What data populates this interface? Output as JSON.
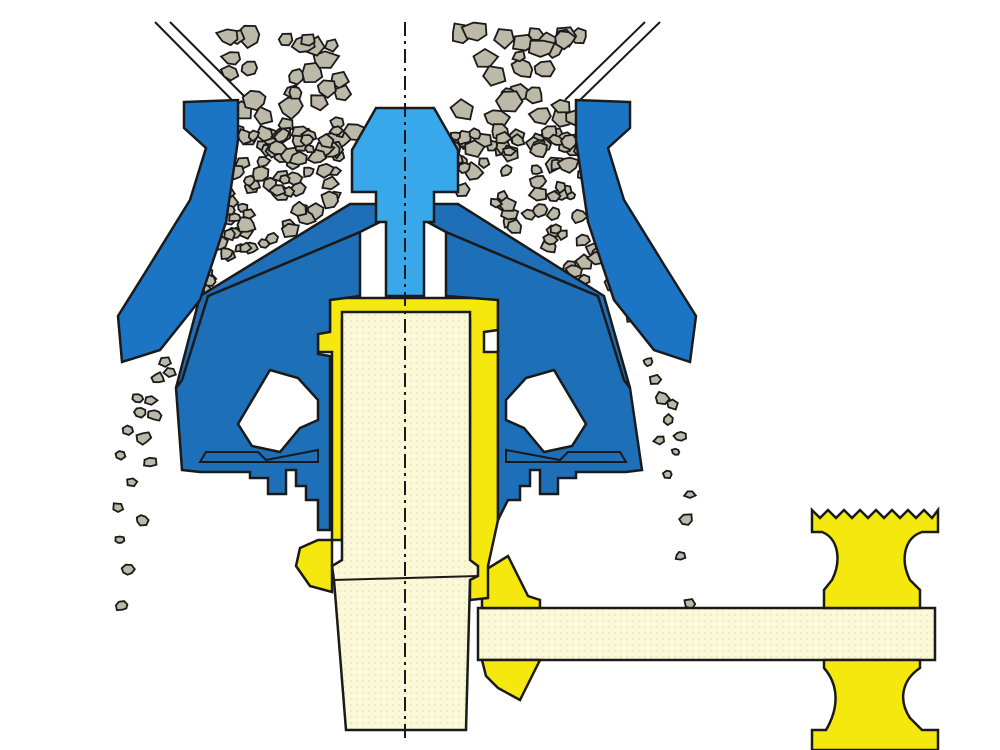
{
  "diagram": {
    "colors": {
      "background": "#ffffff",
      "outline": "#1a1a1a",
      "outer_bowl_blue": "#1c74c4",
      "mantle_blue": "#2e98e0",
      "mantle_dark_blue": "#1d6fb8",
      "head_light_blue": "#39a8ea",
      "eccentric_yellow": "#f4e80f",
      "shaft_cream": "#fbf8d8",
      "stone_grey": "#bcb9a8",
      "centerline": "#1a1a1a"
    },
    "components": [
      {
        "id": "feed-hopper-left",
        "icon": "hopper-wall"
      },
      {
        "id": "feed-hopper-right",
        "icon": "hopper-wall"
      },
      {
        "id": "bowl-liner-left",
        "icon": "concave-liner"
      },
      {
        "id": "bowl-liner-right",
        "icon": "concave-liner"
      },
      {
        "id": "mantle-head",
        "icon": "crushing-head"
      },
      {
        "id": "main-frame",
        "icon": "frame"
      },
      {
        "id": "eccentric-bushing",
        "icon": "eccentric"
      },
      {
        "id": "main-shaft",
        "icon": "shaft"
      },
      {
        "id": "countershaft",
        "icon": "drive-shaft"
      },
      {
        "id": "pinion-gear",
        "icon": "bevel-gear"
      },
      {
        "id": "drive-pulley",
        "icon": "sheave"
      },
      {
        "id": "center-axis",
        "icon": "dash-dot-line"
      }
    ]
  }
}
